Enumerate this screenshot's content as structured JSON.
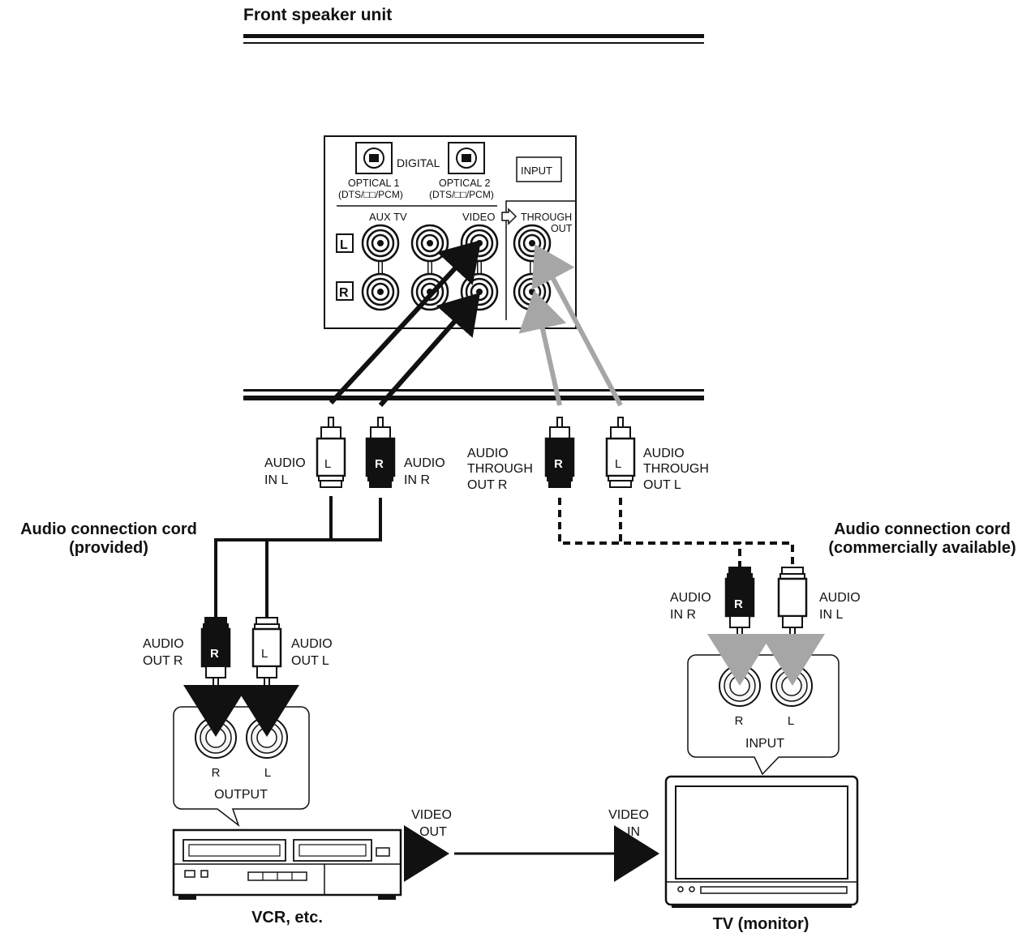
{
  "header": {
    "title": "Front speaker unit"
  },
  "panel": {
    "digital_label": "DIGITAL",
    "input_label": "INPUT",
    "optical1_line1": "OPTICAL 1",
    "optical1_line2": "(DTS/□□/PCM)",
    "optical2_line1": "OPTICAL 2",
    "optical2_line2": "(DTS/□□/PCM)",
    "aux_tv_label": "AUX TV",
    "video_label": "VIDEO",
    "through_line1": "THROUGH",
    "through_line2": "OUT",
    "row_l": "L",
    "row_r": "R"
  },
  "plugs": {
    "audio_in_l": [
      "AUDIO",
      "IN L"
    ],
    "audio_in_r": [
      "AUDIO",
      "IN R"
    ],
    "through_out_r": [
      "AUDIO",
      "THROUGH",
      "OUT R"
    ],
    "through_out_l": [
      "AUDIO",
      "THROUGH",
      "OUT L"
    ],
    "vcr_out_r": [
      "AUDIO",
      "OUT R"
    ],
    "vcr_out_l": [
      "AUDIO",
      "OUT L"
    ],
    "tv_in_r": [
      "AUDIO",
      "IN R"
    ],
    "tv_in_l": [
      "AUDIO",
      "IN L"
    ],
    "plug_letter_l": "L",
    "plug_letter_r": "R"
  },
  "cords": {
    "provided": [
      "Audio connection cord",
      "(provided)"
    ],
    "commercial": [
      "Audio connection cord",
      "(commercially available)"
    ]
  },
  "vcr": {
    "jack_r": "R",
    "jack_l": "L",
    "output_label": "OUTPUT",
    "caption": "VCR, etc.",
    "video_out": [
      "VIDEO",
      "OUT"
    ]
  },
  "tv": {
    "jack_r": "R",
    "jack_l": "L",
    "input_label": "INPUT",
    "caption": "TV (monitor)",
    "video_in": [
      "VIDEO",
      "IN"
    ]
  },
  "colors": {
    "line": "#111111",
    "gray_arrow": "#a6a6a6",
    "dark_plug": "#111111"
  }
}
